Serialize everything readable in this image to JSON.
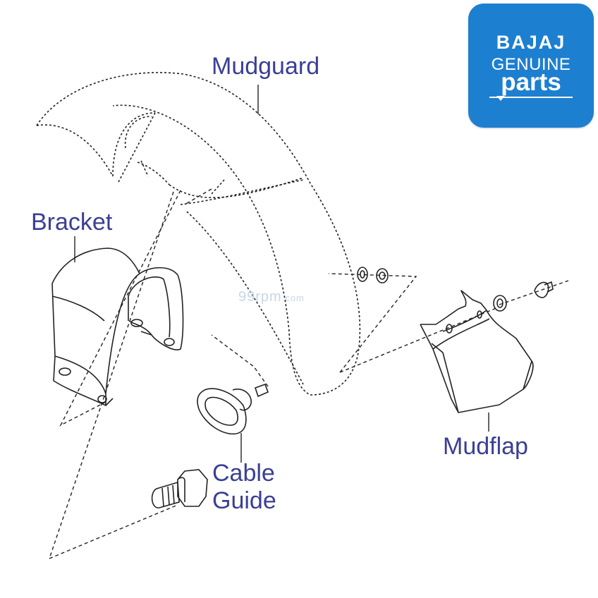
{
  "labels": {
    "mudguard": "Mudguard",
    "bracket": "Bracket",
    "cable_guide_line1": "Cable",
    "cable_guide_line2": "Guide",
    "mudflap": "Mudflap"
  },
  "watermark": {
    "main": "99rpm",
    "suffix": ".com"
  },
  "logo": {
    "brand": "BAJAJ",
    "line1": "GENUINE",
    "line2": "parts"
  },
  "colors": {
    "label": "#3a3f94",
    "logo_bg": "#1d7fd0",
    "line": "#222222",
    "watermark": "#c4d8e6"
  }
}
